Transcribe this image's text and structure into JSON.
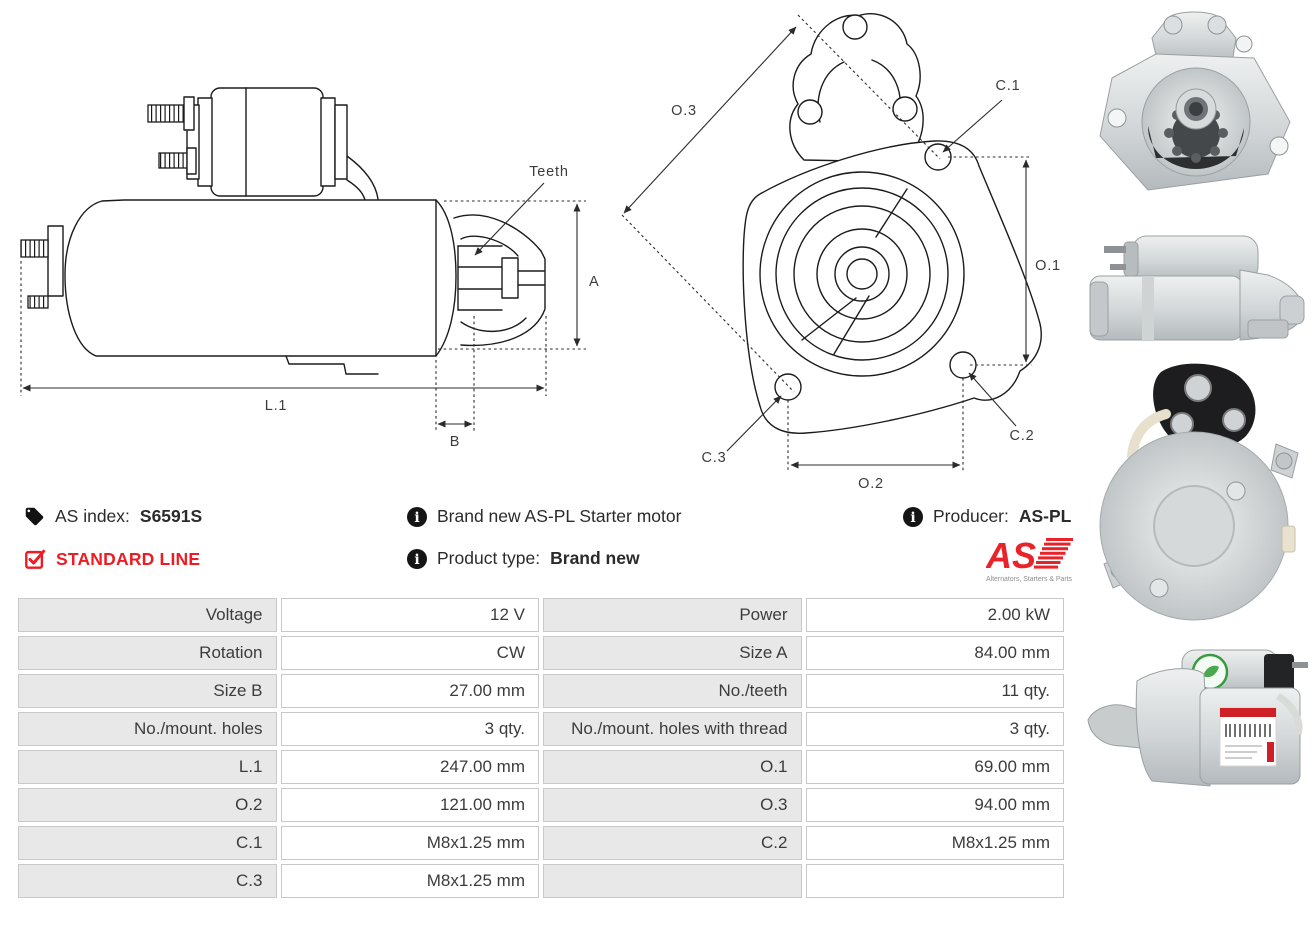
{
  "product": {
    "as_index_label": "AS index:",
    "as_index_value": "S6591S",
    "line_badge": "STANDARD LINE",
    "description": "Brand new AS-PL Starter motor",
    "product_type_label": "Product type:",
    "product_type_value": "Brand new",
    "producer_label": "Producer:",
    "producer_value": "AS-PL"
  },
  "logo": {
    "text": "AS",
    "tagline": "Alternators, Starters & Parts"
  },
  "colors": {
    "accent_red": "#ed1c24",
    "table_cell_grey": "#e8e8e8",
    "table_border": "#c9c9c9",
    "drawing_line": "#1b1b1b"
  },
  "drawings": {
    "side_view": {
      "labels": {
        "teeth": "Teeth",
        "a": "A",
        "l1": "L.1",
        "b": "B"
      }
    },
    "front_view": {
      "labels": {
        "o1": "O.1",
        "o2": "O.2",
        "o3": "O.3",
        "c1": "C.1",
        "c2": "C.2",
        "c3": "C.3"
      }
    }
  },
  "photos": [
    {
      "alt": "starter-front-flange-photo"
    },
    {
      "alt": "starter-side-profile-photo"
    },
    {
      "alt": "starter-rear-cover-photo"
    },
    {
      "alt": "starter-labeled-side-photo"
    }
  ],
  "spec_table": {
    "rows": [
      {
        "cells": [
          "Voltage",
          "12 V",
          "Power",
          "2.00 kW"
        ]
      },
      {
        "cells": [
          "Rotation",
          "CW",
          "Size A",
          "84.00 mm"
        ]
      },
      {
        "cells": [
          "Size B",
          "27.00 mm",
          "No./teeth",
          "11 qty."
        ]
      },
      {
        "cells": [
          "No./mount. holes",
          "3 qty.",
          "No./mount. holes with thread",
          "3 qty."
        ]
      },
      {
        "cells": [
          "L.1",
          "247.00 mm",
          "O.1",
          "69.00 mm"
        ]
      },
      {
        "cells": [
          "O.2",
          "121.00 mm",
          "O.3",
          "94.00 mm"
        ]
      },
      {
        "cells": [
          "C.1",
          "M8x1.25 mm",
          "C.2",
          "M8x1.25 mm"
        ]
      },
      {
        "cells": [
          "C.3",
          "M8x1.25 mm",
          "",
          ""
        ]
      }
    ]
  }
}
